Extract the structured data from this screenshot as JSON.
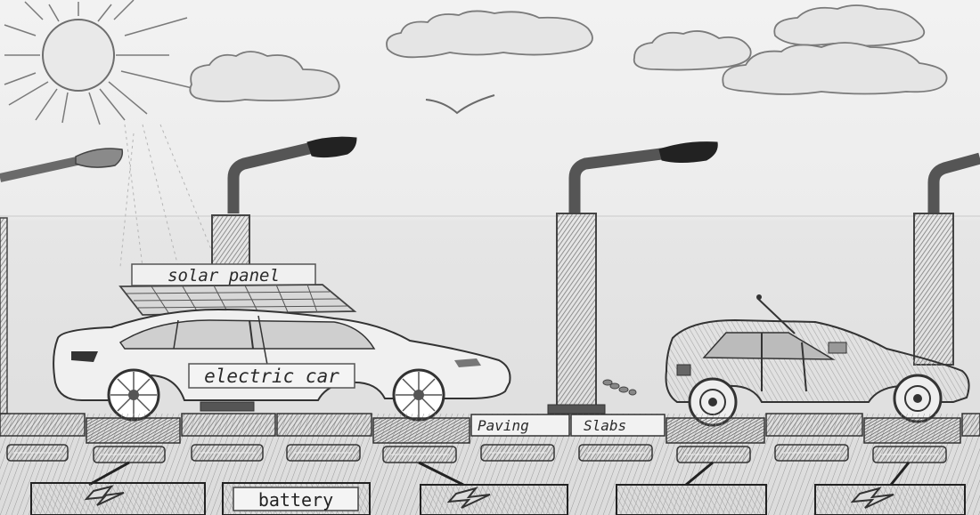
{
  "labels": {
    "solar_panel": "solar panel",
    "electric_car": "electric car",
    "paving": "Paving",
    "slabs": "Slabs",
    "battery": "battery"
  },
  "colors": {
    "paper": "#ececec",
    "ink": "#3a3a3a",
    "pencil_dark": "#5a5a5a",
    "pencil_mid": "#8a8a8a",
    "pencil_light": "#bdbdbd"
  }
}
